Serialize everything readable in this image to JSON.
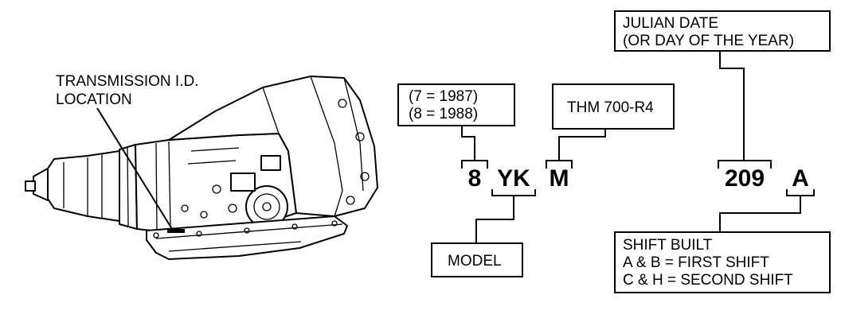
{
  "location_label": {
    "line1": "TRANSMISSION I.D.",
    "line2": "LOCATION"
  },
  "year_box": {
    "line1": "(7 = 1987)",
    "line2": "(8 = 1988)"
  },
  "model_name_box": {
    "text": "THM 700-R4"
  },
  "julian_box": {
    "line1": "JULIAN DATE",
    "line2": "(OR DAY OF THE YEAR)"
  },
  "code": {
    "year": "8",
    "plant": "YK",
    "model": "M",
    "julian": "209",
    "shift": "A"
  },
  "model_box": {
    "text": "MODEL"
  },
  "shift_box": {
    "line1": "SHIFT BUILT",
    "line2": "A & B = FIRST SHIFT",
    "line3": "C & H = SECOND SHIFT"
  }
}
